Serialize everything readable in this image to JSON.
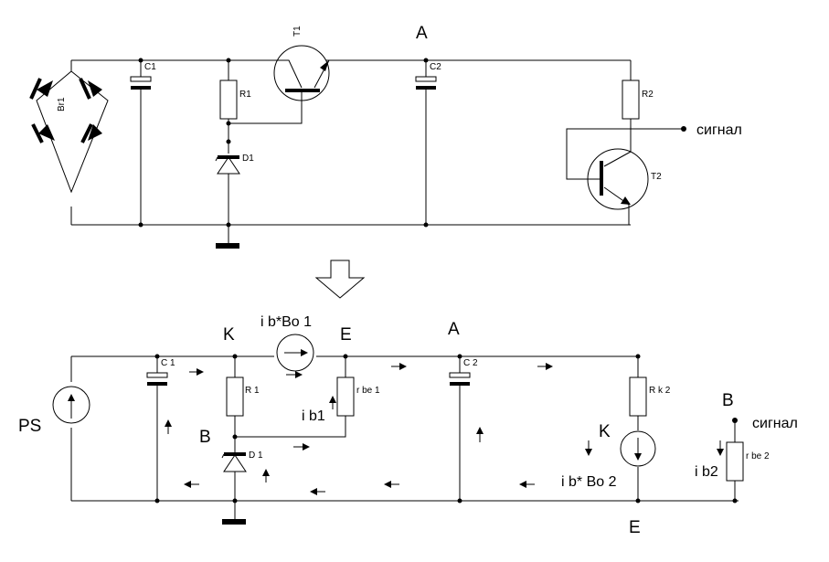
{
  "top": {
    "bridge_label": "Br1",
    "c1_label": "C1",
    "r1_label": "R1",
    "d1_label": "D1",
    "t1_label": "T1",
    "node_a_label": "A",
    "c2_label": "C2",
    "r2_label": "R2",
    "t2_label": "T2",
    "signal_label": "сигнал"
  },
  "bottom": {
    "ps_label": "PS",
    "c1_label": "C 1",
    "r1_label": "R 1",
    "d1_label": "D 1",
    "k_label": "K",
    "current_source_label": "i b*Bo 1",
    "e_label": "E",
    "rbe1_label": "r be 1",
    "ib1_label": "i b1",
    "b_label": "B",
    "node_a_label": "A",
    "c2_label": "C 2",
    "rk2_label": "R k 2",
    "k2_label": "K",
    "current_source2_label": "i b* Bo 2",
    "e2_label": "E",
    "b2_label": "B",
    "signal_label": "сигнал",
    "ib2_label": "i b2",
    "rbe2_label": "r be 2"
  }
}
